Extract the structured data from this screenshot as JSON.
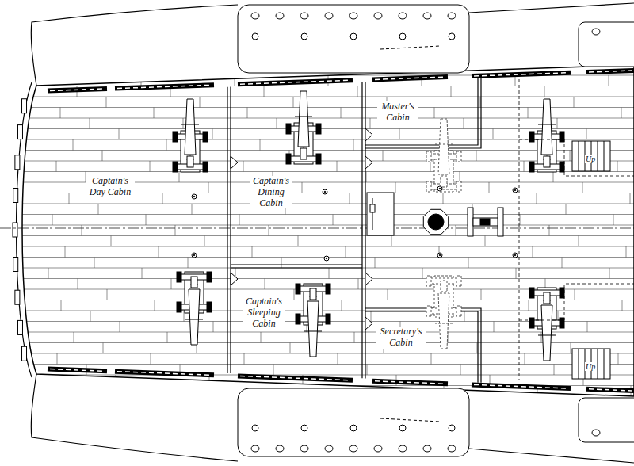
{
  "diagram": {
    "nodes": [
      {
        "text": [
          "Captain's Day Cabin"
        ]
      },
      {
        "text": [
          "Captain's Dining Cabin"
        ]
      },
      {
        "text": [
          "Captain's Sleeping Cabin"
        ]
      },
      {
        "text": [
          "Master's Cabin"
        ]
      },
      {
        "text": [
          "Secretary's Cabin"
        ]
      }
    ],
    "labels": [
      "Up",
      "Up"
    ]
  }
}
